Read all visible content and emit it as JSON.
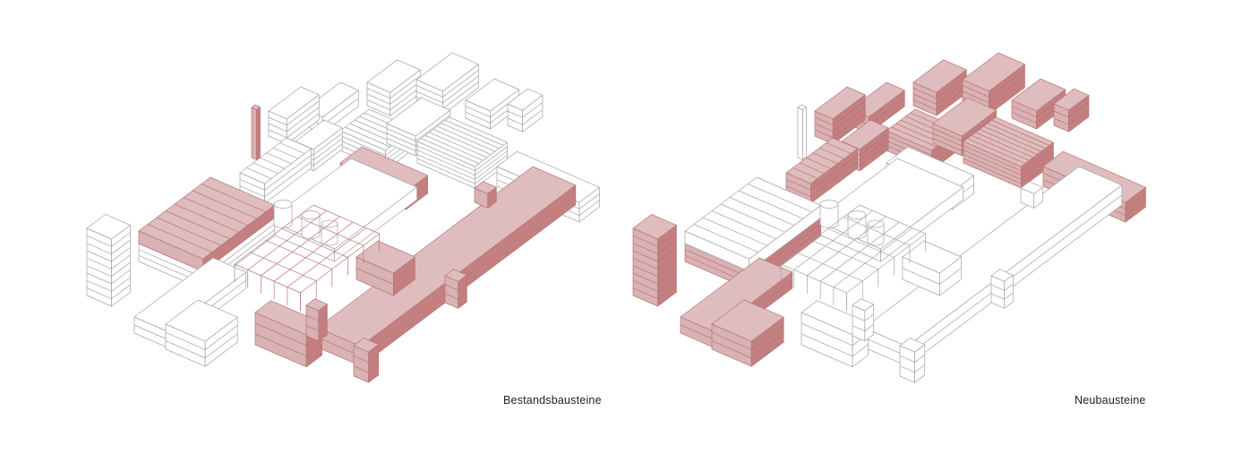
{
  "panels": [
    {
      "id": "existing",
      "label": "Bestandsbausteine",
      "highlight": "E"
    },
    {
      "id": "new",
      "label": "Neubausteine",
      "highlight": "N"
    }
  ],
  "colors": {
    "outline": "#a3a3a3",
    "highlight_outline": "#b87576",
    "highlight_top": "#dfbdbe",
    "highlight_left": "#d9b2b3",
    "highlight_right": "#c47f80",
    "plain_fill": "#ffffff"
  }
}
